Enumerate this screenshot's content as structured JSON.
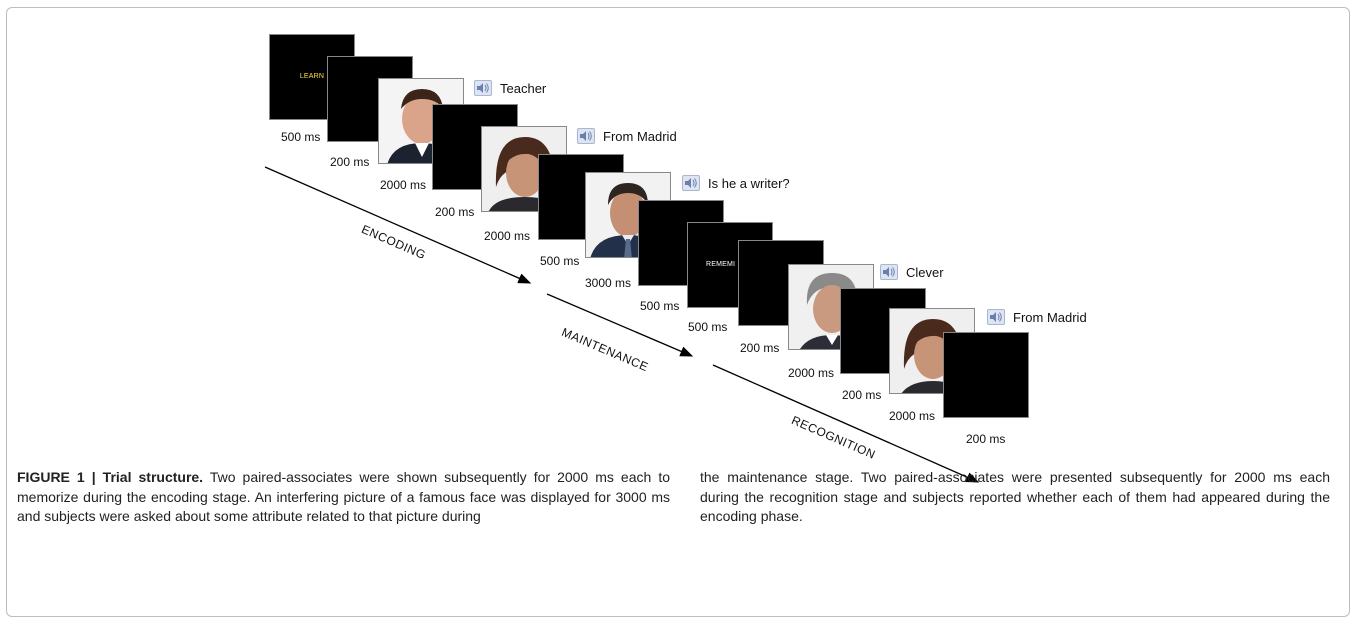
{
  "figure": {
    "screens": [
      {
        "id": "learn",
        "kind": "text",
        "word": "LEARN",
        "duration": "500 ms"
      },
      {
        "id": "blank1",
        "kind": "blank",
        "duration": "200 ms"
      },
      {
        "id": "face1",
        "kind": "face",
        "duration": "2000 ms",
        "audio": "Teacher"
      },
      {
        "id": "blank2",
        "kind": "blank",
        "duration": "200 ms"
      },
      {
        "id": "face2",
        "kind": "face",
        "duration": "2000 ms",
        "audio": "From Madrid"
      },
      {
        "id": "blank3",
        "kind": "blank",
        "duration": "500 ms"
      },
      {
        "id": "face3",
        "kind": "face",
        "duration": "3000 ms",
        "audio": "Is he a writer?"
      },
      {
        "id": "blank4",
        "kind": "blank",
        "duration": "500 ms"
      },
      {
        "id": "remember",
        "kind": "text",
        "word": "REMEMI",
        "duration": "500 ms"
      },
      {
        "id": "blank5",
        "kind": "blank",
        "duration": "200 ms"
      },
      {
        "id": "face4",
        "kind": "face",
        "duration": "2000 ms",
        "audio": "Clever"
      },
      {
        "id": "blank6",
        "kind": "blank",
        "duration": "200 ms"
      },
      {
        "id": "face5",
        "kind": "face",
        "duration": "2000 ms",
        "audio": "From Madrid"
      },
      {
        "id": "blank7",
        "kind": "blank",
        "duration": "200 ms"
      }
    ],
    "stages": {
      "encoding": "ENCODING",
      "maintenance": "MAINTENANCE",
      "recognition": "RECOGNITION"
    },
    "icons": {
      "speaker": "speaker-icon"
    }
  },
  "caption": {
    "label": "FIGURE 1 | Trial structure.",
    "left_text": "Two paired-associates were shown subsequently for 2000 ms each to memorize during the encoding stage. An interfering picture of a famous face was displayed for 3000 ms and subjects were asked about some attribute related to that picture during",
    "right_text": "the maintenance stage. Two paired-associates were presented subsequently for 2000 ms each during the recognition stage and subjects reported whether each of them had appeared during the encoding phase."
  }
}
